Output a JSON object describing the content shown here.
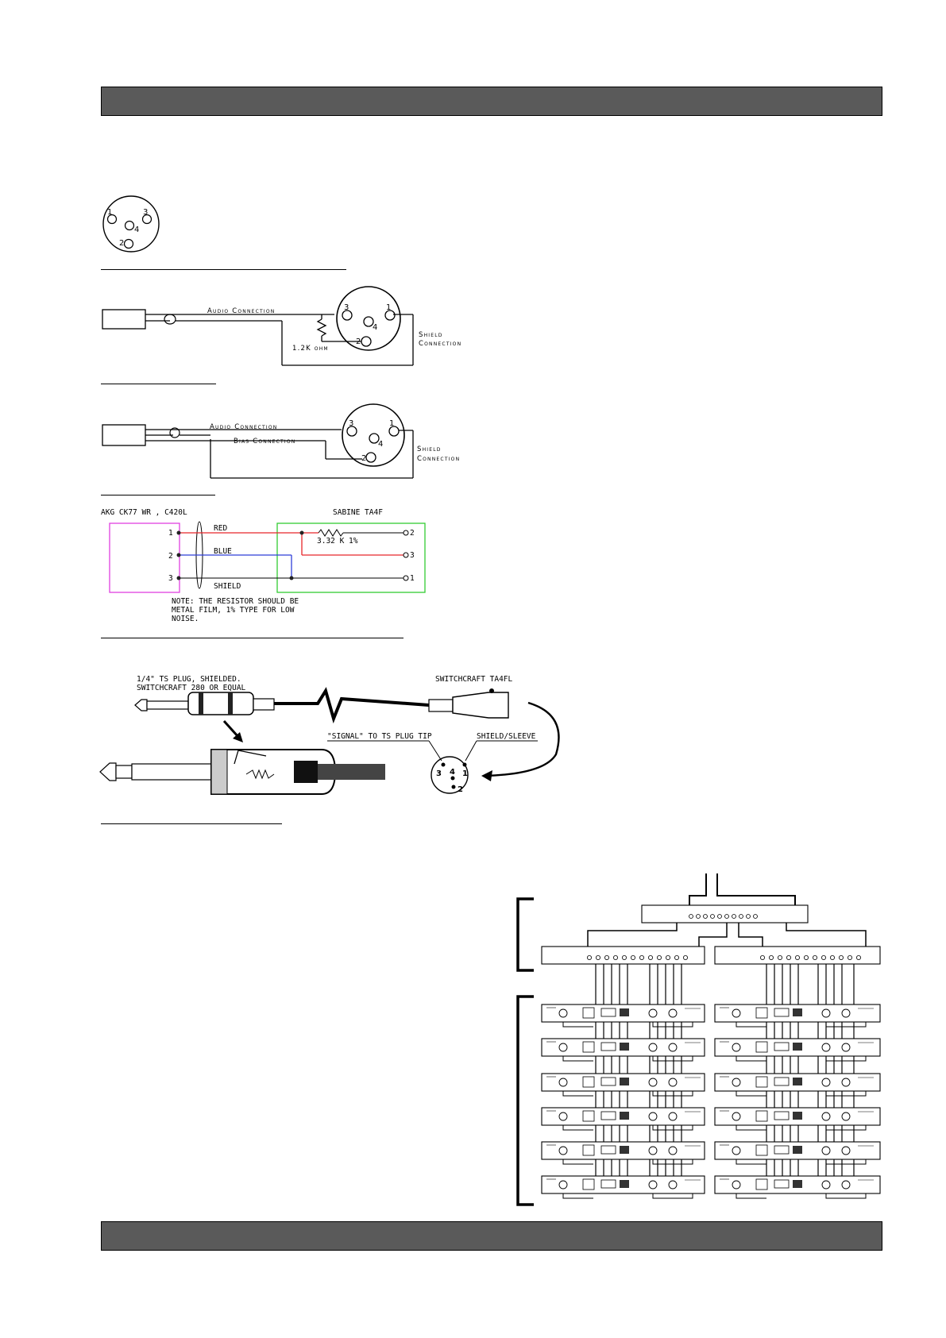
{
  "xlr_pinout": {
    "pin1": "1",
    "pin2": "2",
    "pin3": "3",
    "pin4": "4"
  },
  "diagram_a": {
    "audio_label": "Audio Connection",
    "resistor_label": "1.2K ohm",
    "shield_line1": "Shield",
    "shield_line2": "Connection",
    "pins": [
      "3",
      "1",
      "4",
      "2"
    ]
  },
  "diagram_b": {
    "audio_label": "Audio Connection",
    "bias_label": "Bias Connection",
    "shield_line1": "Shield",
    "shield_line2": "Connection",
    "pins": [
      "3",
      "1",
      "4",
      "2"
    ]
  },
  "diagram_c": {
    "left_title": "AKG CK77 WR , C420L",
    "right_title": "SABINE TA4F",
    "red_label": "RED",
    "blue_label": "BLUE",
    "shield_label": "SHIELD",
    "resistor_label": "3.32 K 1%",
    "left_pins": [
      "1",
      "2",
      "3"
    ],
    "right_pins": [
      "2",
      "3",
      "1"
    ],
    "note_lines": [
      "NOTE: THE RESISTOR SHOULD BE",
      "METAL FILM, 1% TYPE FOR LOW",
      "NOISE."
    ],
    "colors": {
      "red": "#e8262a",
      "blue": "#2f3fd8",
      "magenta": "#e040e0",
      "green": "#33cc33"
    }
  },
  "diagram_d": {
    "plug_label_1": "1/4\" TS PLUG, SHIELDED.",
    "plug_label_2": "SWITCHCRAFT 280 OR EQUAL",
    "connector_label": "SWITCHCRAFT TA4FL",
    "signal_label": "\"SIGNAL\" TO TS PLUG TIP",
    "sleeve_label": "SHIELD/SLEEVE",
    "pins": [
      "3",
      "4",
      "1",
      "2"
    ]
  },
  "rack_diagram": {
    "top_units": 1,
    "middle_units": 2,
    "rows": 6,
    "columns": 2
  }
}
